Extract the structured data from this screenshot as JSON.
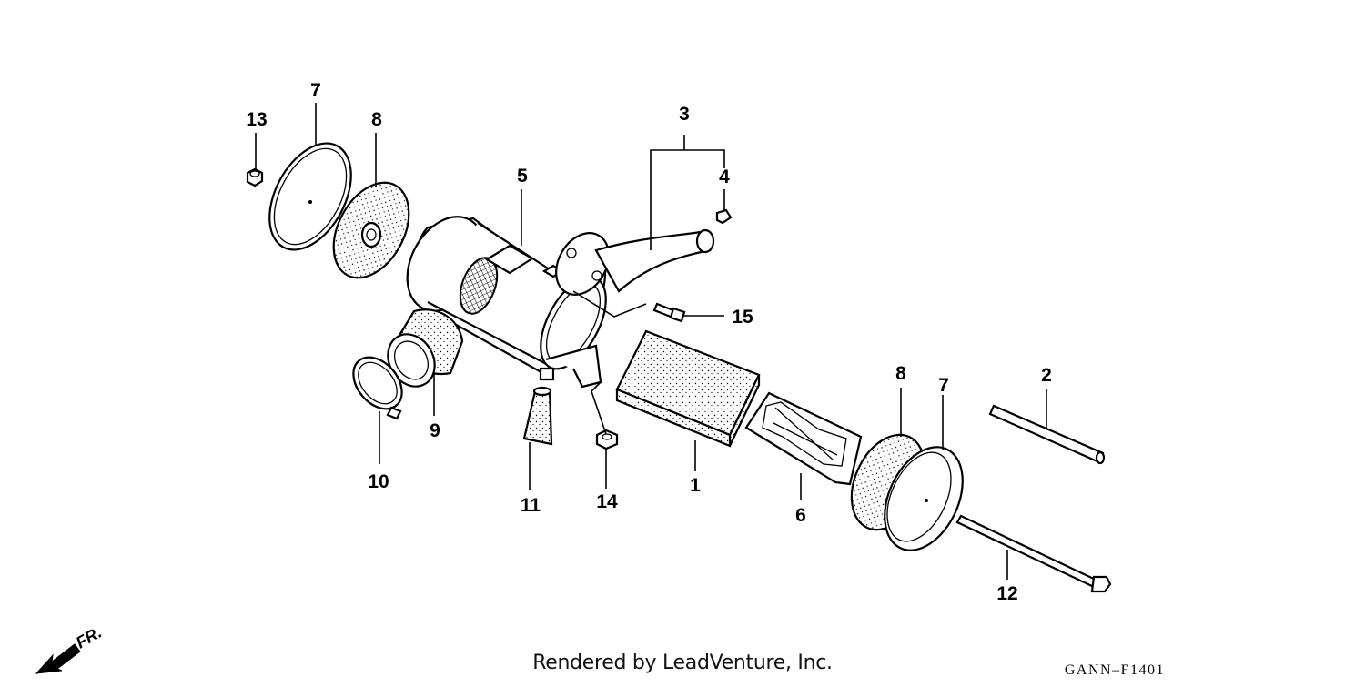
{
  "diagram": {
    "callouts": [
      "1",
      "2",
      "3",
      "4",
      "5",
      "6",
      "7",
      "7",
      "8",
      "8",
      "9",
      "10",
      "11",
      "12",
      "13",
      "14",
      "15"
    ],
    "direction_label": "FR.",
    "credit": "Rendered by LeadVenture, Inc.",
    "figure_code": "GANN–F1401"
  },
  "parts": {
    "p1": "1",
    "p2": "2",
    "p3": "3",
    "p4": "4",
    "p5": "5",
    "p6": "6",
    "p7a": "7",
    "p7b": "7",
    "p8a": "8",
    "p8b": "8",
    "p9": "9",
    "p10": "10",
    "p11": "11",
    "p12": "12",
    "p13": "13",
    "p14": "14",
    "p15": "15"
  }
}
